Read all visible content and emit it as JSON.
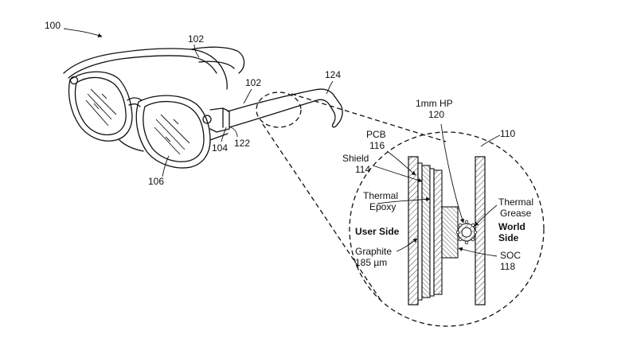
{
  "figure": {
    "ref_100": "100",
    "ref_102_top": "102",
    "ref_102_side": "102",
    "ref_124": "124",
    "ref_104": "104",
    "ref_122": "122",
    "ref_106": "106",
    "ref_110": "110",
    "hp_line1": "1mm HP",
    "hp_line2": "120",
    "pcb_line1": "PCB",
    "pcb_line2": "116",
    "shield_line1": "Shield",
    "shield_line2": "114",
    "epoxy_line1": "Thermal",
    "epoxy_line2": "Epoxy",
    "grease_line1": "Thermal",
    "grease_line2": "Grease",
    "world_line1": "World",
    "world_line2": "Side",
    "user_side": "User Side",
    "graphite_line1": "Graphite",
    "graphite_line2": "185 µm",
    "soc_line1": "SOC",
    "soc_line2": "118"
  },
  "colors": {
    "ink": "#111111",
    "background": "#ffffff"
  }
}
